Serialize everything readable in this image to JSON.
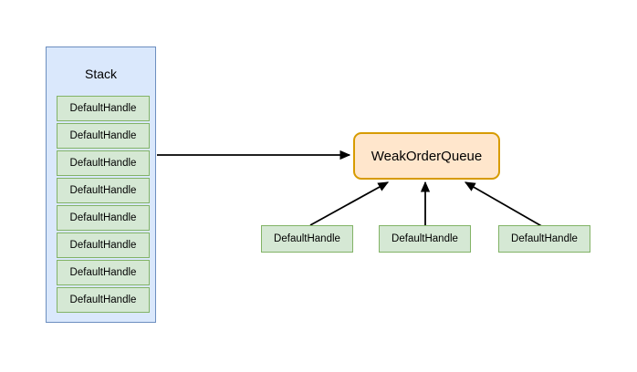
{
  "diagram": {
    "stack": {
      "title": "Stack",
      "items": [
        "DefaultHandle",
        "DefaultHandle",
        "DefaultHandle",
        "DefaultHandle",
        "DefaultHandle",
        "DefaultHandle",
        "DefaultHandle",
        "DefaultHandle"
      ]
    },
    "queue": {
      "label": "WeakOrderQueue"
    },
    "external_handles": [
      "DefaultHandle",
      "DefaultHandle",
      "DefaultHandle"
    ],
    "edges": [
      {
        "from": "stack",
        "to": "weak-order-queue",
        "style": "arrow-right"
      },
      {
        "from": "external-handle-1",
        "to": "weak-order-queue",
        "style": "arrow-up"
      },
      {
        "from": "external-handle-2",
        "to": "weak-order-queue",
        "style": "arrow-up"
      },
      {
        "from": "external-handle-3",
        "to": "weak-order-queue",
        "style": "arrow-up"
      }
    ],
    "colors": {
      "background": "#ffffff",
      "stack_fill": "#dae8fc",
      "stack_border": "#6c8ebf",
      "handle_fill": "#d5e8d4",
      "handle_border": "#82b366",
      "queue_fill": "#ffe6cc",
      "queue_border": "#d79b00",
      "edge": "#000000"
    }
  }
}
